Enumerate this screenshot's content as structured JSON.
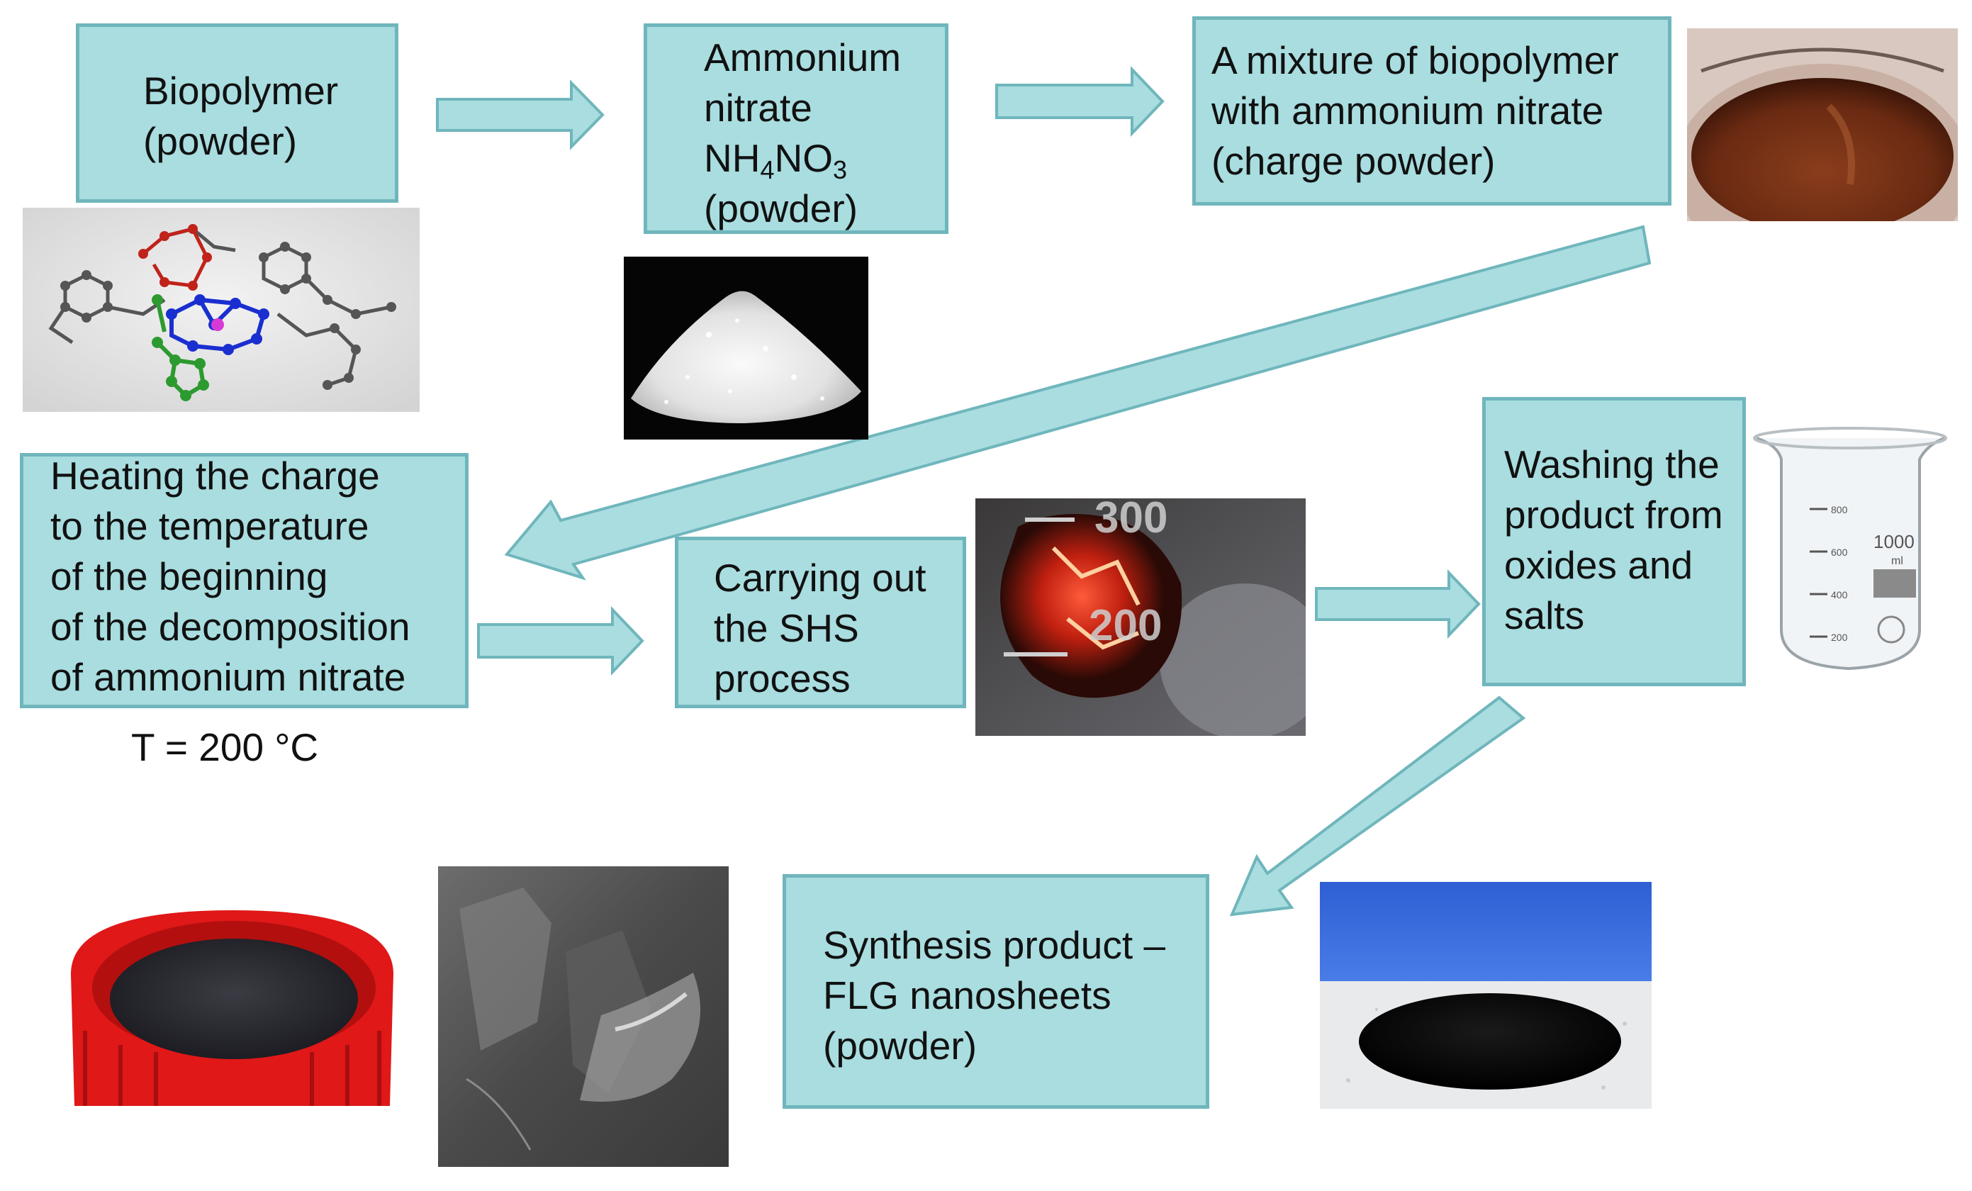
{
  "colors": {
    "box_fill": "#a9dde0",
    "box_border": "#6fb6bc",
    "arrow_fill": "#a9dde0",
    "arrow_stroke": "#6fb6bc",
    "text": "#111111"
  },
  "steps": {
    "biopolymer": {
      "line1": "Biopolymer",
      "line2": "(powder)"
    },
    "ammonium_nitrate": {
      "line1": "Ammonium",
      "line2": "nitrate",
      "formula_a": "NH",
      "sub_a": "4",
      "formula_b": "NO",
      "sub_b": "3",
      "line4": "(powder)"
    },
    "mixture": {
      "line1": "A mixture of biopolymer",
      "line2": "with ammonium nitrate",
      "line3": "(charge powder)"
    },
    "heating": {
      "line1": "Heating the charge",
      "line2": "to the temperature",
      "line3": "of the beginning",
      "line4": "of the decomposition",
      "line5": "of ammonium nitrate"
    },
    "shs": {
      "line1": "Carrying out",
      "line2": "the SHS",
      "line3": "process"
    },
    "washing": {
      "line1": "Washing the",
      "line2": "product from",
      "line3": "oxides and",
      "line4": "salts"
    },
    "product": {
      "line1": "Synthesis product –",
      "line2": "FLG nanosheets",
      "line3": "(powder)"
    }
  },
  "temperature_label": "T = 200 °C",
  "photos": {
    "molecule": "molecular structure model",
    "nitrate": "white ammonium nitrate crystals",
    "mixture": "brown charge powder in a crucible",
    "shs": "glowing SHS reaction in a beaker",
    "beaker": "glass beaker",
    "pile": "black powder pile",
    "cap": "black powder in a red cap",
    "sem": "SEM micrograph of nanosheets"
  },
  "beaker_marks": {
    "volume": "1000",
    "unit": "ml",
    "tick_800": "800",
    "tick_600": "600",
    "tick_400": "400",
    "tick_200": "200"
  },
  "shs_photo_marks": {
    "upper": "300",
    "lower": "200"
  }
}
